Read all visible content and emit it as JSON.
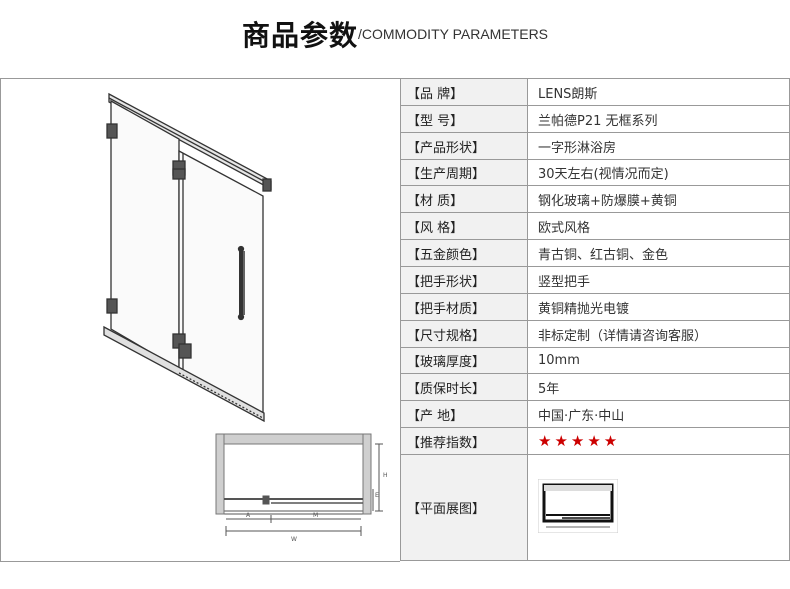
{
  "header": {
    "title_cn": "商品参数",
    "title_en": "/COMMODITY PARAMETERS"
  },
  "params": [
    {
      "key": "【品    牌】",
      "value": "LENS朗斯"
    },
    {
      "key": "【型    号】",
      "value": "兰帕德P21  无框系列"
    },
    {
      "key": "【产品形状】",
      "value": "一字形淋浴房"
    },
    {
      "key": "【生产周期】",
      "value": "30天左右(视情况而定)"
    },
    {
      "key": "【材    质】",
      "value": "钢化玻璃+防爆膜+黄铜"
    },
    {
      "key": "【风    格】",
      "value": "欧式风格"
    },
    {
      "key": "【五金颜色】",
      "value": "青古铜、红古铜、金色"
    },
    {
      "key": "【把手形状】",
      "value": "竖型把手"
    },
    {
      "key": "【把手材质】",
      "value": "黄铜精抛光电镀"
    },
    {
      "key": "【尺寸规格】",
      "value": "非标定制（详情请咨询客服）"
    },
    {
      "key": "【玻璃厚度】",
      "value": "10mm"
    },
    {
      "key": "【质保时长】",
      "value": "5年"
    },
    {
      "key": "【产    地】",
      "value": "中国·广东·中山"
    }
  ],
  "rating": {
    "key": "【推荐指数】",
    "stars": "★★★★★",
    "star_color": "#cc0000"
  },
  "floorplan": {
    "key": "【平面展图】"
  },
  "drawing_labels": {
    "a": "A",
    "m": "M",
    "w": "W",
    "h": "H",
    "e": "E"
  }
}
